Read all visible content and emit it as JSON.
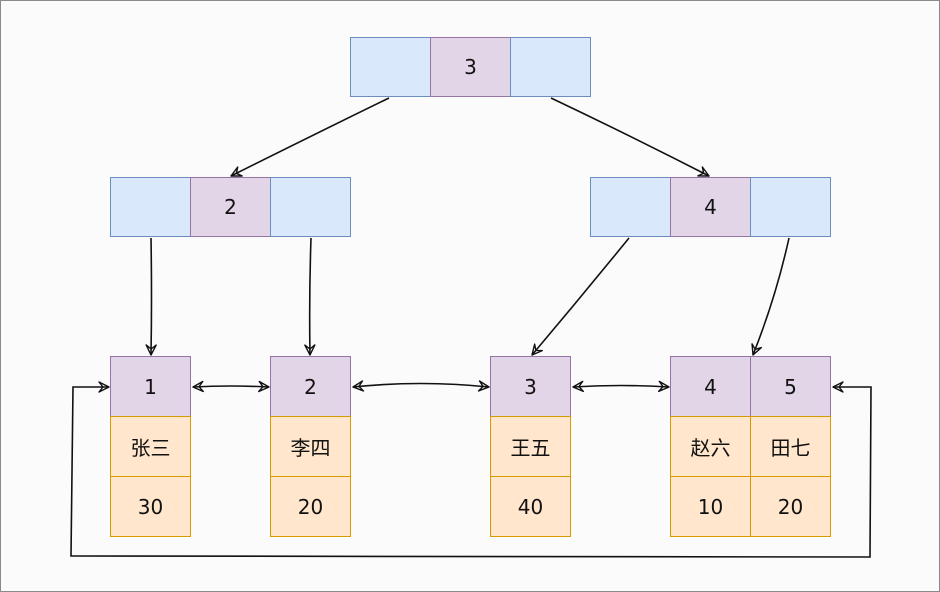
{
  "root": {
    "key": "3"
  },
  "internal": [
    {
      "key": "2"
    },
    {
      "key": "4"
    }
  ],
  "leaves": [
    {
      "key": "1",
      "name": "张三",
      "value": "30"
    },
    {
      "key": "2",
      "name": "李四",
      "value": "20"
    },
    {
      "key": "3",
      "name": "王五",
      "value": "40"
    },
    {
      "key": "4",
      "name": "赵六",
      "value": "10"
    },
    {
      "key": "5",
      "name": "田七",
      "value": "20"
    }
  ],
  "colors": {
    "pointer_fill": "#dae8fc",
    "pointer_stroke": "#6c8ebf",
    "key_fill": "#e1d5e7",
    "key_stroke": "#9673a6",
    "data_fill": "#ffe6cc",
    "data_stroke": "#d79b00",
    "edge": "#111111"
  }
}
